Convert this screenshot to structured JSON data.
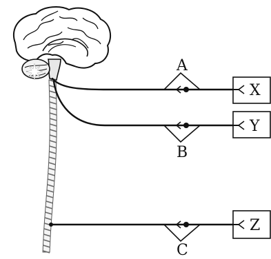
{
  "diagram": {
    "ganglion_labels": [
      "A",
      "B",
      "C"
    ],
    "effector_labels": [
      "X",
      "Y",
      "Z"
    ],
    "icons": {
      "brain": "brain-illustration",
      "spinal_cord": "spinal-cord-illustration",
      "synapse": "synapse-icon",
      "receptor": "nerve-ending-icon"
    }
  }
}
